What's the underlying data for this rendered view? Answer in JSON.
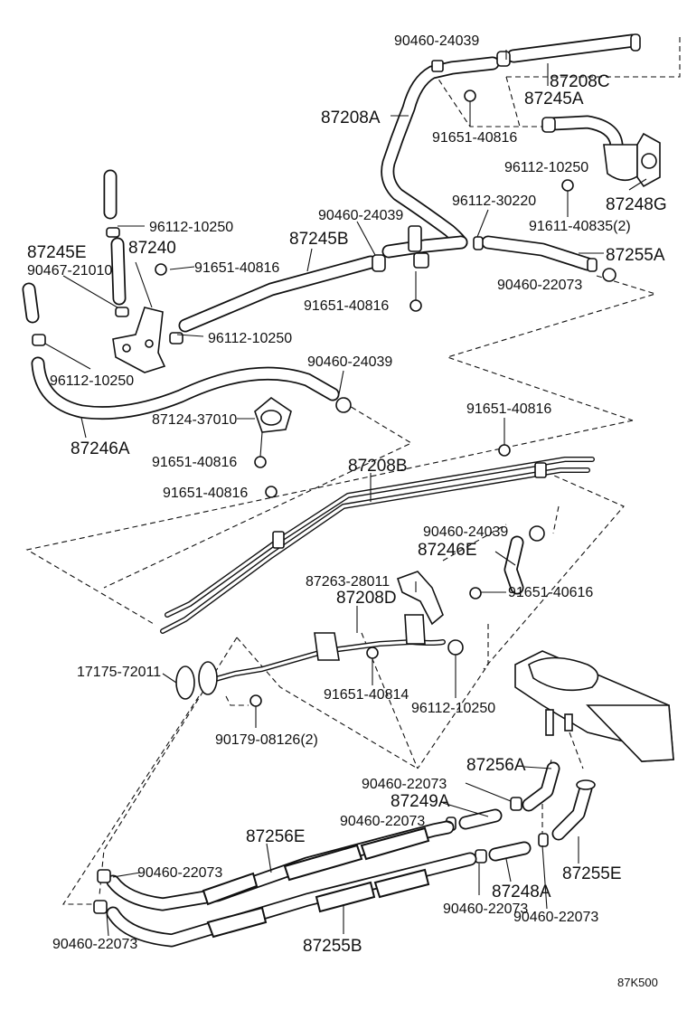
{
  "diagram": {
    "reference_code": "87K500",
    "labels": {
      "l_90460_24039_top": "90460-24039",
      "l_87208C": "87208C",
      "l_87245A": "87245A",
      "l_87208A": "87208A",
      "l_91651_40816_top": "91651-40816",
      "l_96112_10250_top": "96112-10250",
      "l_87248G": "87248G",
      "l_96112_30220": "96112-30220",
      "l_91611_40835": "91611-40835(2)",
      "l_96112_10250_left": "96112-10250",
      "l_90460_24039_mid": "90460-24039",
      "l_87245E": "87245E",
      "l_87240": "87240",
      "l_87245B": "87245B",
      "l_87255A": "87255A",
      "l_90467_21010": "90467-21010",
      "l_91651_40816_left": "91651-40816",
      "l_90460_22073_r": "90460-22073",
      "l_91651_40816_mid": "91651-40816",
      "l_96112_10250_mid": "96112-10250",
      "l_96112_10250_low": "96112-10250",
      "l_90460_24039_low": "90460-24039",
      "l_87124_37010": "87124-37010",
      "l_91651_40816_r2": "91651-40816",
      "l_87246A": "87246A",
      "l_91651_40816_b1": "91651-40816",
      "l_87208B": "87208B",
      "l_91651_40816_b2": "91651-40816",
      "l_90460_24039_b": "90460-24039",
      "l_87246E": "87246E",
      "l_87263_28011": "87263-28011",
      "l_87208D": "87208D",
      "l_91651_40616": "91651-40616",
      "l_17175_72011": "17175-72011",
      "l_91651_40814": "91651-40814",
      "l_96112_10250_c": "96112-10250",
      "l_90179_08126": "90179-08126(2)",
      "l_87256A": "87256A",
      "l_90460_22073_a": "90460-22073",
      "l_87249A": "87249A",
      "l_90460_22073_b": "90460-22073",
      "l_87256E": "87256E",
      "l_90460_22073_c": "90460-22073",
      "l_87255E": "87255E",
      "l_87248A": "87248A",
      "l_90460_22073_d": "90460-22073",
      "l_90460_22073_e": "90460-22073",
      "l_90460_22073_f": "90460-22073",
      "l_87255B": "87255B"
    }
  }
}
